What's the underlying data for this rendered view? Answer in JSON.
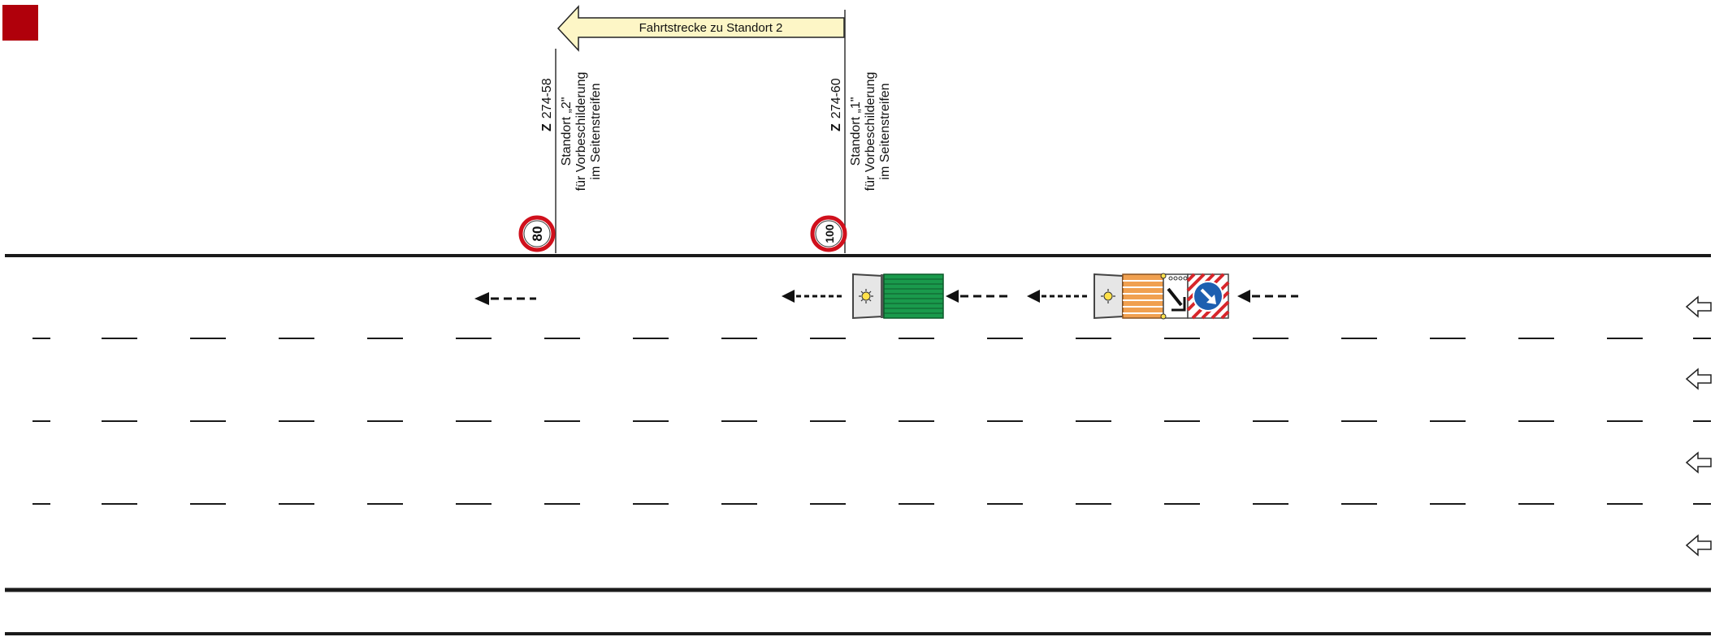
{
  "route_arrow": {
    "label": "Fahrtstrecke zu Standort 2"
  },
  "locations": [
    {
      "id": "standort-2",
      "kilometer_prefix": "Z",
      "kilometer": "274-58",
      "line1": "Standort „2\"",
      "line2": "für Vorbeschilderung",
      "line3": "im Seitenstreifen",
      "speed_limit": "80"
    },
    {
      "id": "standort-1",
      "kilometer_prefix": "Z",
      "kilometer": "274-60",
      "line1": "Standort „1\"",
      "line2": "für Vorbeschilderung",
      "line3": "im Seitenstreifen",
      "speed_limit": "100"
    }
  ],
  "lanes": {
    "count": 4,
    "direction": "left"
  },
  "vehicles": [
    {
      "type": "truck",
      "cargo": "green-load",
      "beacon": "warning-light-icon"
    },
    {
      "type": "safety-trailer",
      "beacon": "warning-light-icon",
      "sign": "keep-right-sign-icon"
    }
  ],
  "colors": {
    "marker": "#b0000b",
    "speed_sign_border": "#d0101c",
    "arrow_fill": "#fdf6c6",
    "cargo_green": "#1a9a4c",
    "trailer_orange": "#f0a050",
    "keep_right_blue": "#1d5fb0",
    "hazard_red": "#d7262b"
  }
}
